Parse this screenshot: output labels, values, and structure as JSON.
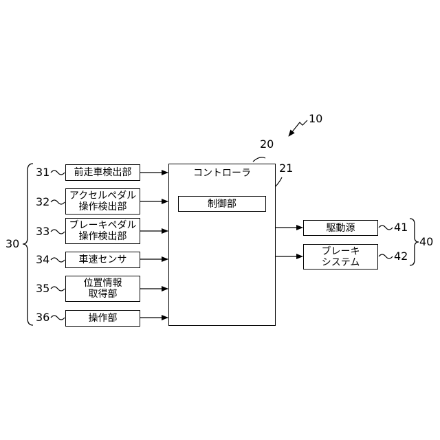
{
  "system_ref": "10",
  "controller": {
    "ref": "20",
    "label": "コントローラ"
  },
  "control_unit": {
    "ref": "21",
    "label": "制御部"
  },
  "input_group_ref": "30",
  "inputs": [
    {
      "ref": "31",
      "lines": [
        "前走車検出部"
      ]
    },
    {
      "ref": "32",
      "lines": [
        "アクセルペダル",
        "操作検出部"
      ]
    },
    {
      "ref": "33",
      "lines": [
        "ブレーキペダル",
        "操作検出部"
      ]
    },
    {
      "ref": "34",
      "lines": [
        "車速センサ"
      ]
    },
    {
      "ref": "35",
      "lines": [
        "位置情報",
        "取得部"
      ]
    },
    {
      "ref": "36",
      "lines": [
        "操作部"
      ]
    }
  ],
  "output_group_ref": "40",
  "outputs": [
    {
      "ref": "41",
      "lines": [
        "駆動源"
      ]
    },
    {
      "ref": "42",
      "lines": [
        "ブレーキ",
        "システム"
      ]
    }
  ]
}
